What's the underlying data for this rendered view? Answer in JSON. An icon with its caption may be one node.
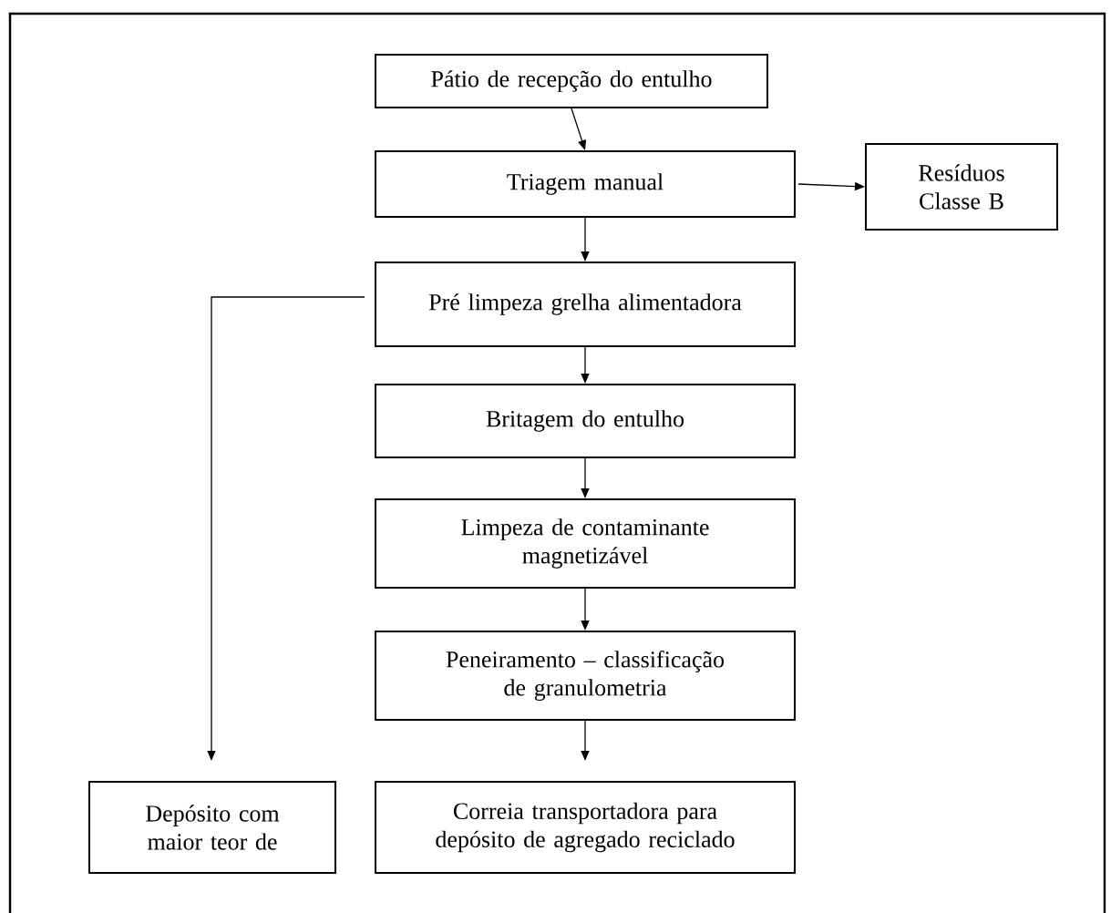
{
  "diagram": {
    "nodes": [
      {
        "text": [
          "Pátio de recepção do entulho"
        ]
      },
      {
        "text": [
          "Triagem manual"
        ]
      },
      {
        "text": [
          "Resíduos Classe B"
        ]
      },
      {
        "text": [
          "Pré limpeza grelha alimentadora"
        ]
      },
      {
        "text": [
          "Britagem do entulho"
        ]
      },
      {
        "text": [
          "Limpeza de contaminante magnetizável"
        ]
      },
      {
        "text": [
          "Peneiramento – classificação de granulometria"
        ]
      },
      {
        "text": [
          "Depósito com maior teor de"
        ]
      },
      {
        "text": [
          "Correia transportadora para depósito de agregado reciclado"
        ]
      }
    ],
    "edges": [
      {
        "from": 0,
        "to": 1,
        "arrow": "to"
      },
      {
        "from": 1,
        "to": 2,
        "arrow": "to"
      },
      {
        "from": 1,
        "to": 3,
        "arrow": "to"
      },
      {
        "from": 3,
        "to": 7,
        "arrow": "to"
      },
      {
        "from": 3,
        "to": 4,
        "arrow": "to"
      },
      {
        "from": 4,
        "to": 5,
        "arrow": "to"
      },
      {
        "from": 5,
        "to": 6,
        "arrow": "to"
      },
      {
        "from": 6,
        "to": 8,
        "arrow": "to"
      }
    ]
  }
}
